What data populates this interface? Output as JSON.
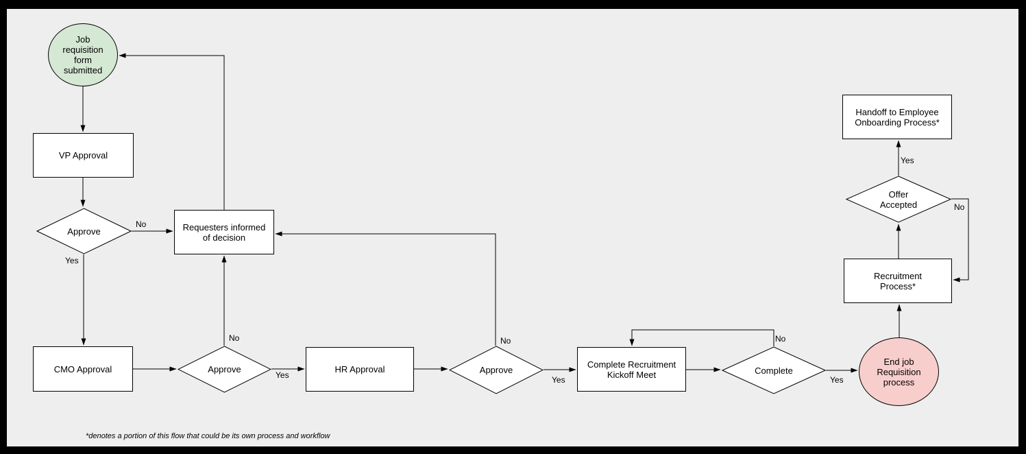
{
  "colors": {
    "frame": "#000000",
    "canvas": "#eeeeee",
    "process_fill": "#ffffff",
    "start_fill": "#d5e8d4",
    "end_fill": "#f8cecc",
    "stroke": "#000000"
  },
  "nodes": {
    "start": {
      "label": "Job requisition form submitted"
    },
    "vp_approval": {
      "label": "VP Approval"
    },
    "approve_vp": {
      "label": "Approve"
    },
    "requesters_informed": {
      "label": "Requesters informed of decision"
    },
    "cmo_approval": {
      "label": "CMO Approval"
    },
    "approve_cmo": {
      "label": "Approve"
    },
    "hr_approval": {
      "label": "HR Approval"
    },
    "approve_hr": {
      "label": "Approve"
    },
    "kickoff_meet": {
      "label": "Complete Recruitment Kickoff Meet"
    },
    "complete": {
      "label": "Complete"
    },
    "end": {
      "label": "End job Requisition process"
    },
    "recruitment_process": {
      "label": "Recruitment Process*"
    },
    "offer_accepted": {
      "label": "Offer Accepted"
    },
    "handoff": {
      "label": "Handoff to Employee Onboarding Process*"
    }
  },
  "edge_labels": {
    "vp_no": "No",
    "vp_yes": "Yes",
    "cmo_no": "No",
    "cmo_yes": "Yes",
    "hr_no": "No",
    "hr_yes": "Yes",
    "complete_no": "No",
    "complete_yes": "Yes",
    "offer_yes": "Yes",
    "offer_no": "No"
  },
  "footnote": "*denotes a portion of this flow that could be its own process and workflow"
}
